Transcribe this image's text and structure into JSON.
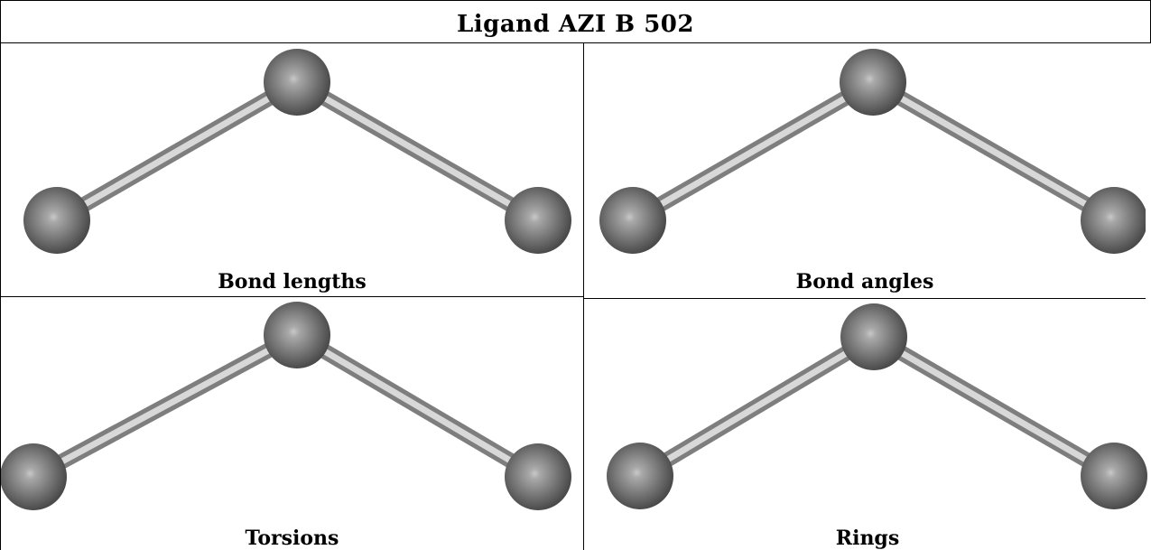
{
  "title": "Ligand AZI B 502",
  "panels": [
    {
      "id": "bond-lengths",
      "caption": "Bond lengths"
    },
    {
      "id": "bond-angles",
      "caption": "Bond angles"
    },
    {
      "id": "torsions",
      "caption": "Torsions"
    },
    {
      "id": "rings",
      "caption": "Rings"
    }
  ],
  "molecule": {
    "atoms": [
      "atom-left",
      "atom-center",
      "atom-right"
    ],
    "bonds": [
      [
        "atom-left",
        "atom-center"
      ],
      [
        "atom-center",
        "atom-right"
      ]
    ],
    "atom_color": "#7a7a7a",
    "bond_color": "#bdbdbd"
  }
}
